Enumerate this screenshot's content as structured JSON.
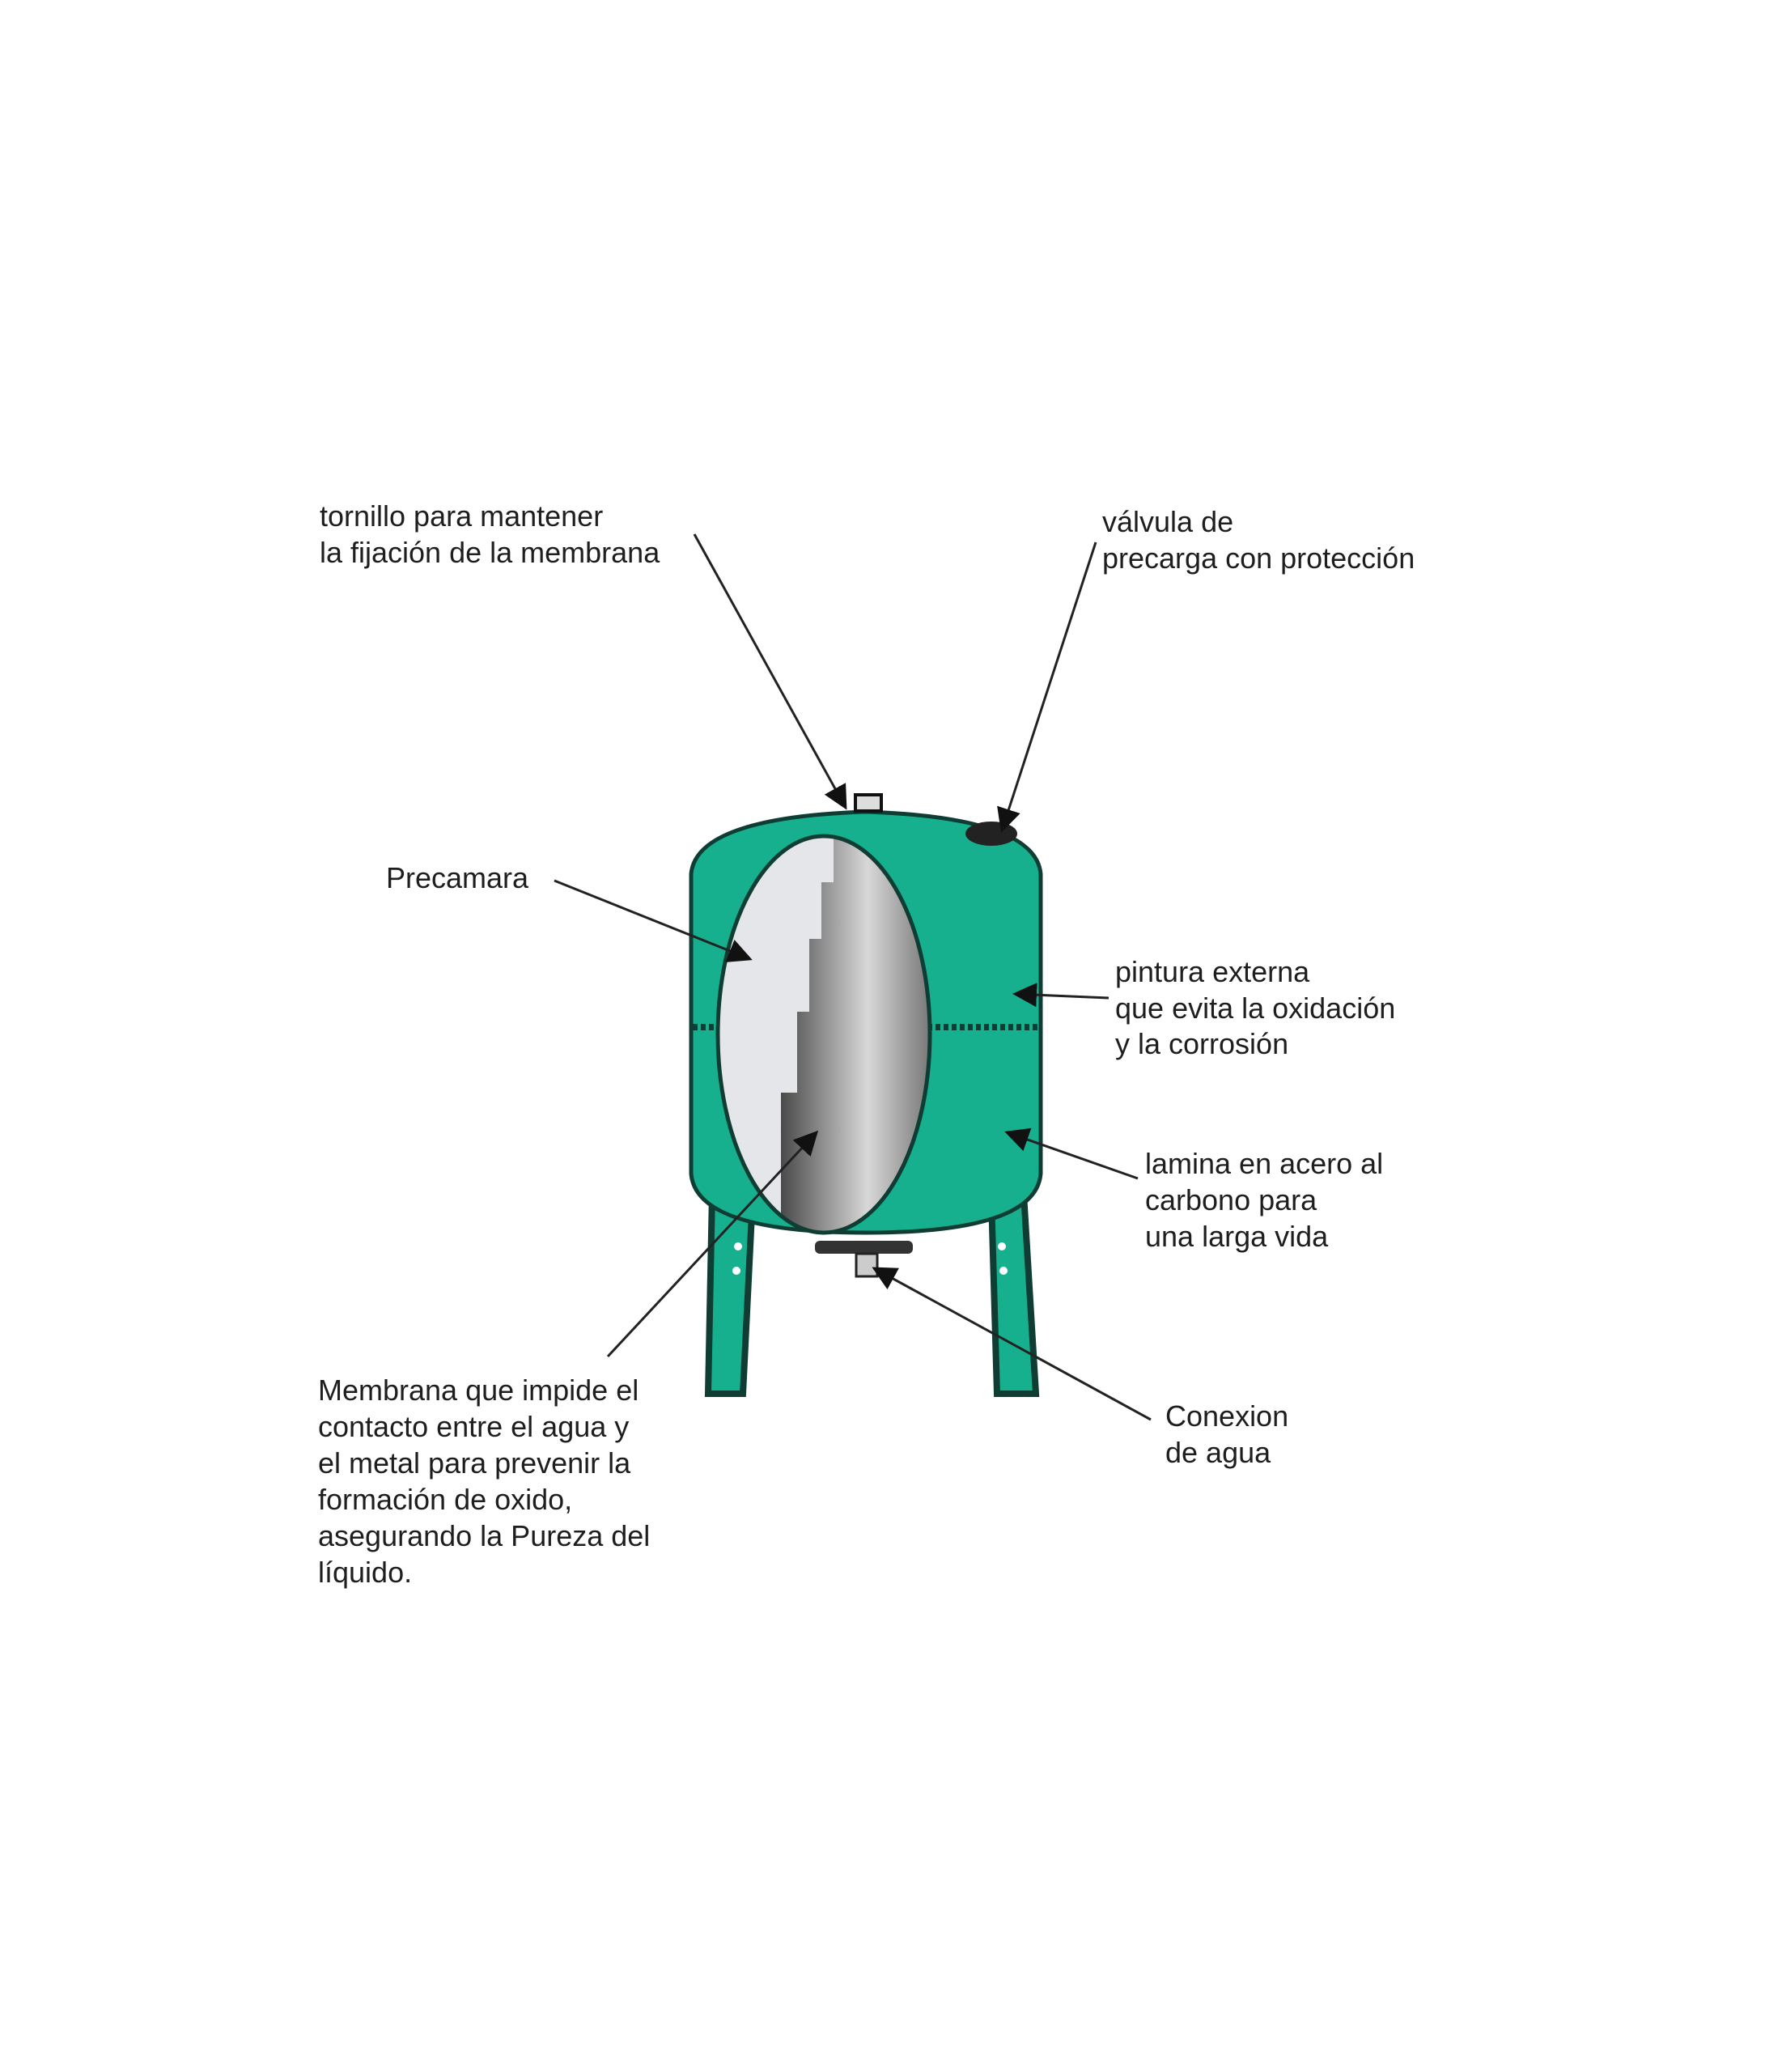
{
  "colors": {
    "tank": "#17b08f",
    "outline": "#0f3d33",
    "text": "#1e1e1e"
  },
  "labels": {
    "tornillo": [
      "tornillo para mantener",
      "la fijación de la membrana"
    ],
    "valvula": [
      "válvula de",
      "precarga con protección"
    ],
    "precamara": [
      "Precamara"
    ],
    "pintura": [
      "pintura externa",
      "que evita la oxidación",
      "y la corrosión"
    ],
    "lamina": [
      "lamina en acero al",
      "carbono para",
      "una larga vida"
    ],
    "membrana": [
      "Membrana que impide el",
      "contacto entre el agua y",
      "el metal para prevenir la",
      "formación de oxido,",
      "asegurando la Pureza del",
      "líquido."
    ],
    "conexion": [
      "Conexion",
      "de agua"
    ]
  }
}
